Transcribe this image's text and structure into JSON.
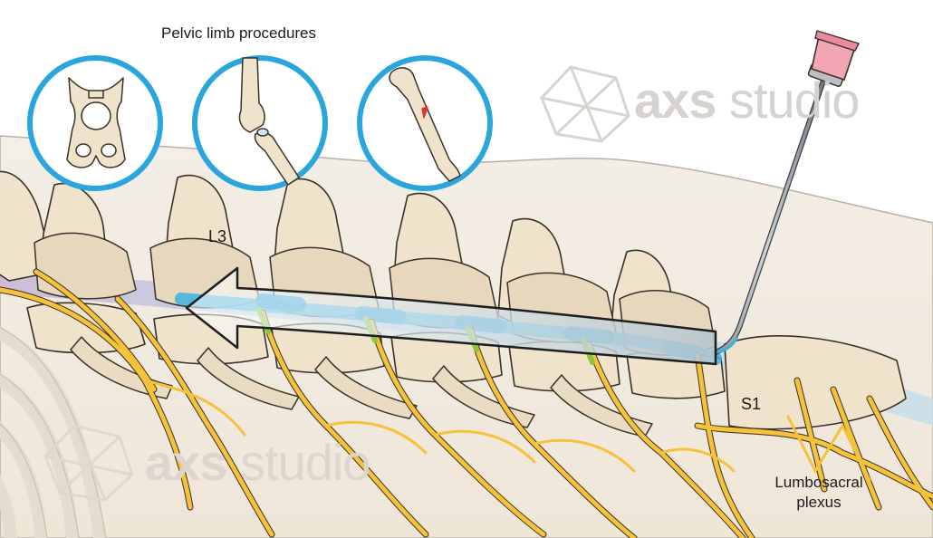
{
  "title": "Pelvic limb procedures",
  "labels": {
    "l3": "L3",
    "s1": "S1",
    "plexus": "Lumbosacral plexus"
  },
  "watermark": {
    "brand_bold": "axs",
    "brand_light": "studio"
  },
  "insets": [
    {
      "icon": "pelvis-icon"
    },
    {
      "icon": "stifle-joint-icon"
    },
    {
      "icon": "fractured-tibia-icon"
    }
  ],
  "colors": {
    "circle_border": "#2aa6dc",
    "bone": "#efe3cc",
    "bone_outline": "#3a3128",
    "nerve": "#f5c23a",
    "catheter": "#3bb3df",
    "needle_hub": "#f2a6b4",
    "skin": "#f2ece2",
    "arrow_fill": "#cfd8dd"
  }
}
